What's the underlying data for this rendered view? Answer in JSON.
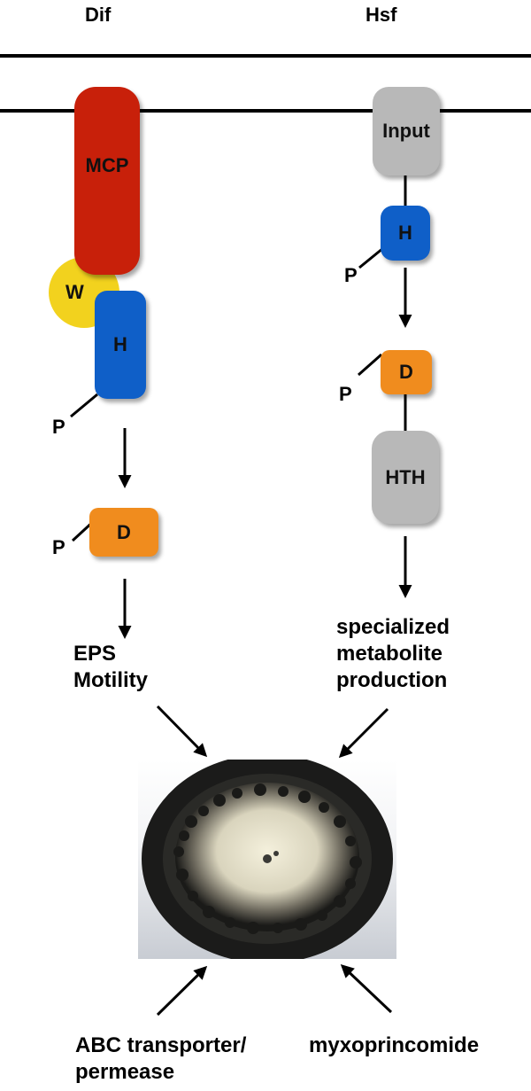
{
  "headers": {
    "left": "Dif",
    "right": "Hsf"
  },
  "dif": {
    "mcp": "MCP",
    "w": "W",
    "h": "H",
    "p_h": "P",
    "d": "D",
    "p_d": "P",
    "output_line1": "EPS",
    "output_line2": "Motility"
  },
  "hsf": {
    "input": "Input",
    "h": "H",
    "p_h": "P",
    "d": "D",
    "p_d": "P",
    "hth": "HTH",
    "output_line1": "specialized",
    "output_line2": "metabolite",
    "output_line3": "production"
  },
  "bottom": {
    "left_line1": "ABC transporter/",
    "left_line2": "permease",
    "right": "myxoprincomide"
  },
  "colors": {
    "mcp": "#c8200a",
    "w": "#f2d21e",
    "h": "#0f5fc8",
    "d": "#f08c1e",
    "gray": "#b8b8b8"
  }
}
